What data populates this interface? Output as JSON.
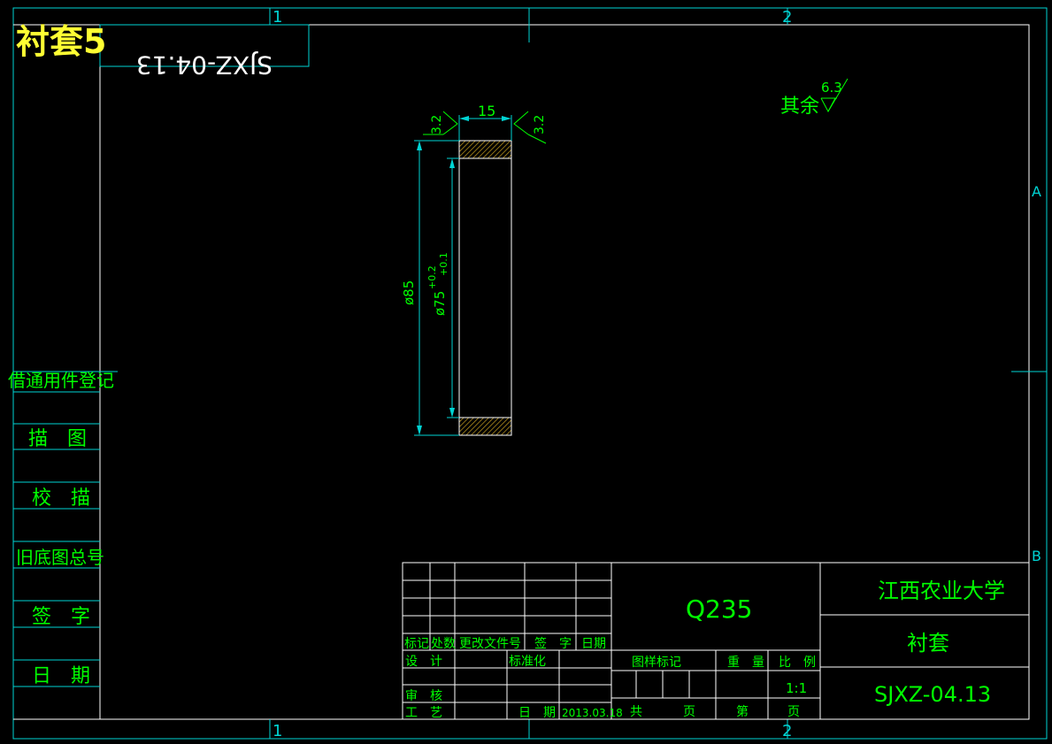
{
  "corner_title": "衬套5",
  "mirrored_code": "SJXZ-04.13",
  "zone_labels": {
    "col1": "1",
    "col2": "2",
    "row_a": "A",
    "row_b": "B"
  },
  "roughness": {
    "other_label": "其余",
    "other_value": "6.3",
    "left_face": "3.2",
    "right_face": "3.2"
  },
  "dimensions": {
    "length": "15",
    "outer_diameter": "ø85",
    "inner_diameter": "ø75",
    "tol_upper": "+0.2",
    "tol_lower": "+0.1"
  },
  "side_table": {
    "header": "借通用件登记",
    "rows": [
      "描　图",
      "校　描",
      "旧底图总号",
      "签　字",
      "日　期"
    ]
  },
  "title_block": {
    "material": "Q235",
    "school": "江西农业大学",
    "part_name": "衬套",
    "drawing_no": "SJXZ-04.13",
    "rev_headers": [
      "标记",
      "处数",
      "更改文件号",
      "签　字",
      "日期"
    ],
    "design": "设　计",
    "standardize": "标准化",
    "review": "审　核",
    "process": "工　艺",
    "date_label": "日　期",
    "date_value": "2013.03.18",
    "stage_mark": "图样标记",
    "weight": "重　量",
    "scale_label": "比　例",
    "scale_value": "1:1",
    "total_label": "共",
    "sheet_label": "第",
    "page_label": "页"
  }
}
